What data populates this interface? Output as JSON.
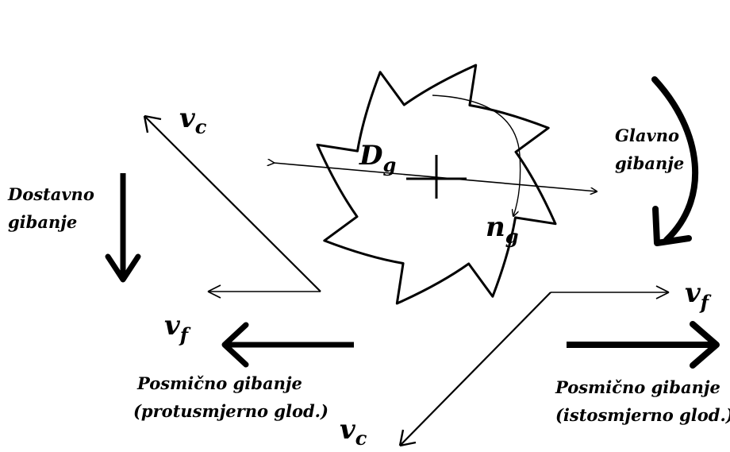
{
  "labels": {
    "vc_top": "v",
    "vc_top_sub": "c",
    "vc_bottom": "v",
    "vc_bottom_sub": "c",
    "vf_right": "v",
    "vf_right_sub": "f",
    "vf_left": "v",
    "vf_left_sub": "f",
    "dg": "D",
    "dg_sub": "g",
    "ng": "n",
    "ng_sub": "g",
    "dostavno_line1": "Dostavno",
    "dostavno_line2": "gibanje",
    "glavno_line1": "Glavno",
    "glavno_line2": "gibanje",
    "posmicno_left_line1": "Posmično gibanje",
    "posmicno_left_line2": "(protusmjerno glod.)",
    "posmicno_right_line1": "Posmično gibanje",
    "posmicno_right_line2": "(istosmjerno glod.)"
  },
  "colors": {
    "ink": "#000000",
    "background": "#ffffff"
  },
  "cutter": {
    "teeth": 8
  }
}
